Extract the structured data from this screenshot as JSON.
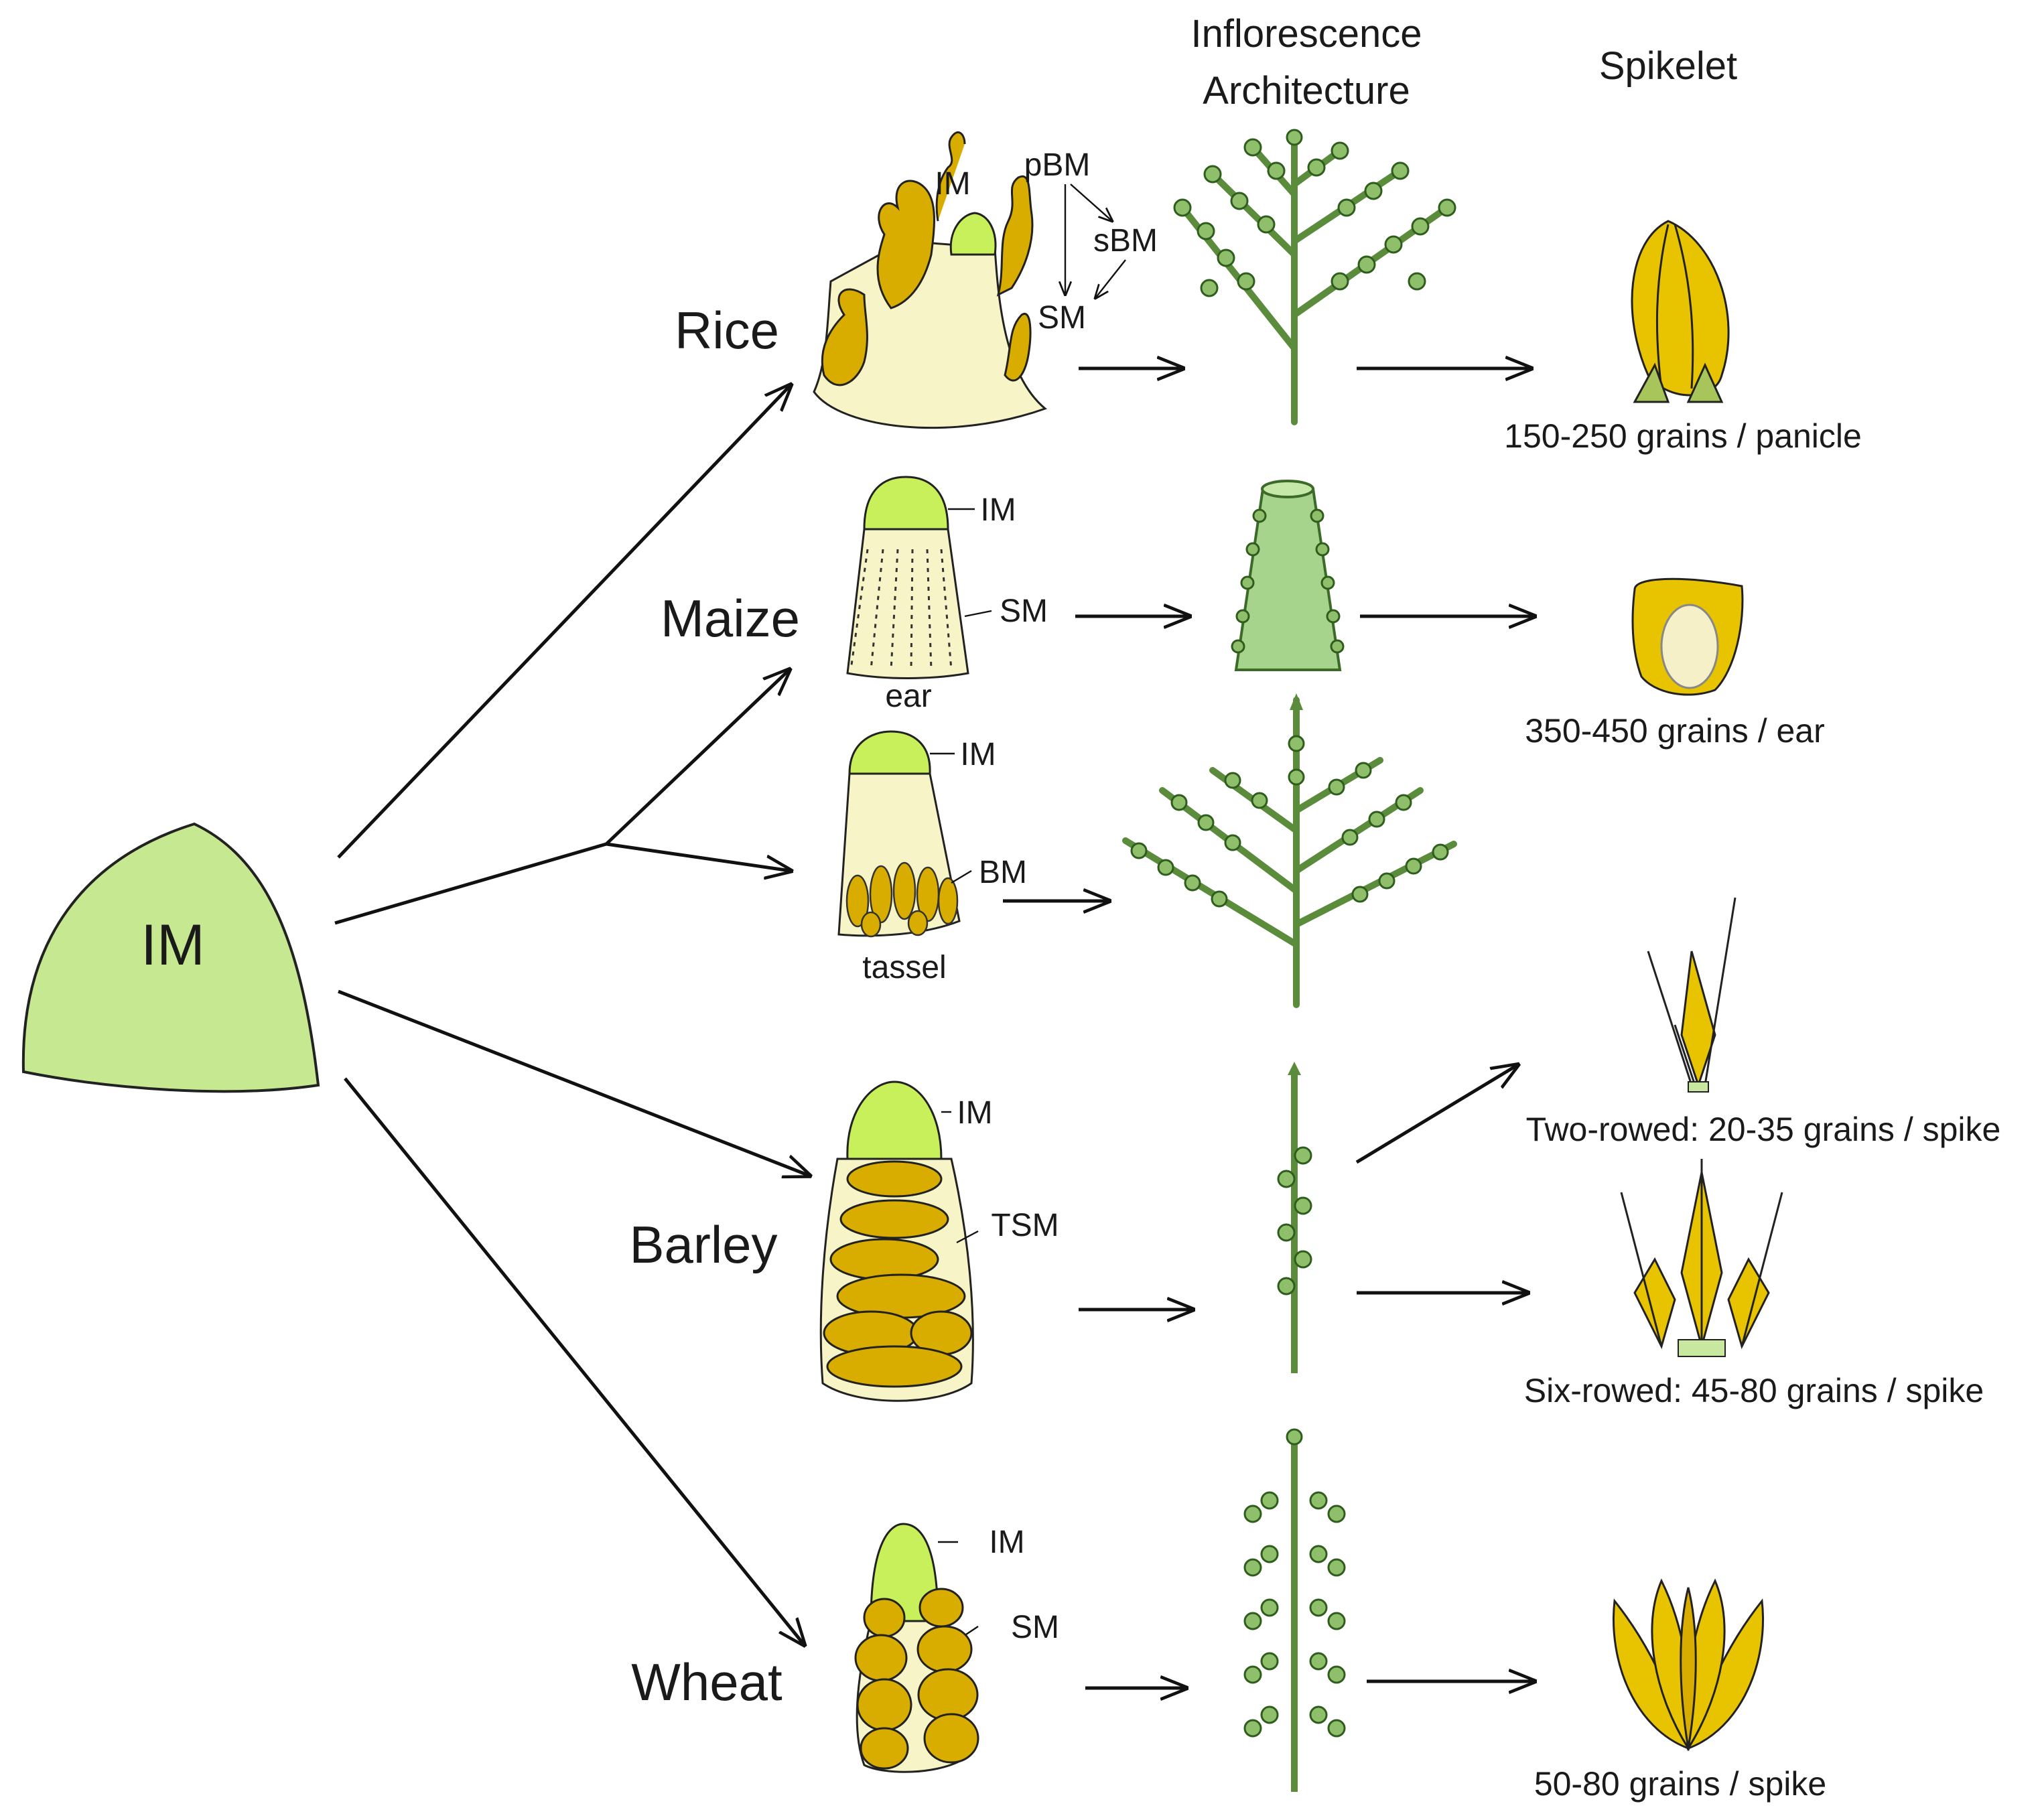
{
  "headers": {
    "inflorescence_line1": "Inflorescence",
    "inflorescence_line2": "Architecture",
    "spikelet": "Spikelet"
  },
  "root": {
    "label": "IM"
  },
  "crops": {
    "rice": "Rice",
    "maize": "Maize",
    "barley": "Barley",
    "wheat": "Wheat"
  },
  "meristem_labels": {
    "rice_im": "IM",
    "rice_pbm": "pBM",
    "rice_sbm": "sBM",
    "rice_sm": "SM",
    "ear_im": "IM",
    "ear_sm": "SM",
    "ear_caption": "ear",
    "tassel_im": "IM",
    "tassel_bm": "BM",
    "tassel_caption": "tassel",
    "barley_im": "IM",
    "barley_tsm": "TSM",
    "wheat_im": "IM",
    "wheat_sm": "SM"
  },
  "grain_counts": {
    "rice": "150-250 grains / panicle",
    "maize": "350-450 grains / ear",
    "barley_two": "Two-rowed: 20-35 grains / spike",
    "barley_six": "Six-rowed: 45-80 grains / spike",
    "wheat": "50-80 grains / spike"
  },
  "colors": {
    "meristem_green": "#c8f05a",
    "root_green": "#c6e890",
    "spikelet_yellow": "#e8c400",
    "pale_yellow": "#f7f5c8",
    "architecture_green": "#7aa85a"
  }
}
